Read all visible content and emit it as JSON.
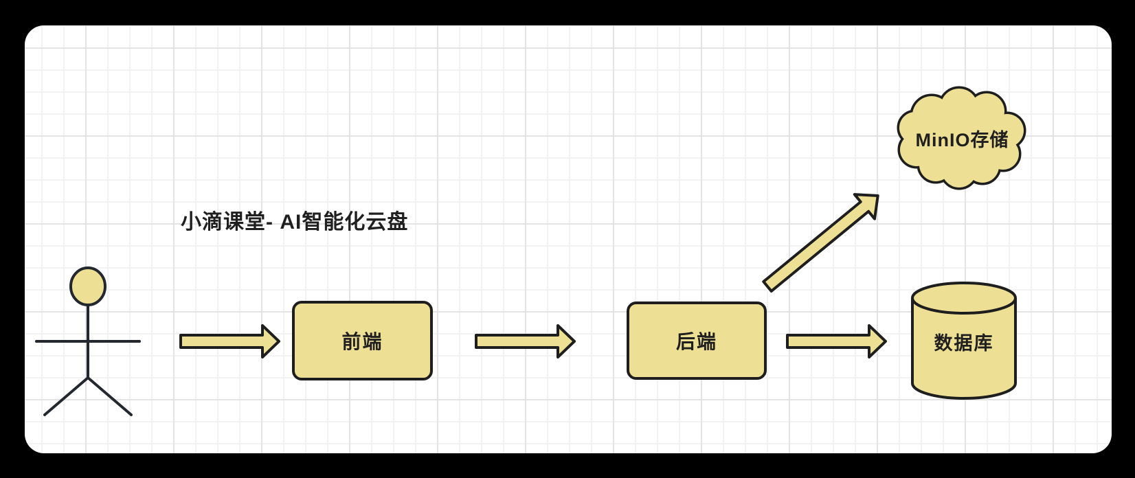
{
  "title": {
    "text": "小滴课堂- AI智能化云盘"
  },
  "palette": {
    "page_background": "#000000",
    "canvas_background": "#ffffff",
    "grid_minor": "#f2f2f2",
    "grid_major": "#e3e3e3",
    "shape_fill": "#eddf94",
    "shape_stroke": "#1e1e1e",
    "text_color": "#1f1f1f"
  },
  "nodes": {
    "actor": {
      "shape": "stick-figure"
    },
    "frontend": {
      "label": "前端",
      "shape": "rectangle"
    },
    "backend": {
      "label": "后端",
      "shape": "rectangle"
    },
    "minio": {
      "label": "MinIO存储",
      "shape": "cloud"
    },
    "database": {
      "label": "数据库",
      "shape": "cylinder"
    }
  },
  "arrows": [
    {
      "from": "actor",
      "to": "frontend",
      "direction": "right"
    },
    {
      "from": "frontend",
      "to": "backend",
      "direction": "right"
    },
    {
      "from": "backend",
      "to": "minio",
      "direction": "up-right"
    },
    {
      "from": "backend",
      "to": "database",
      "direction": "right"
    }
  ]
}
